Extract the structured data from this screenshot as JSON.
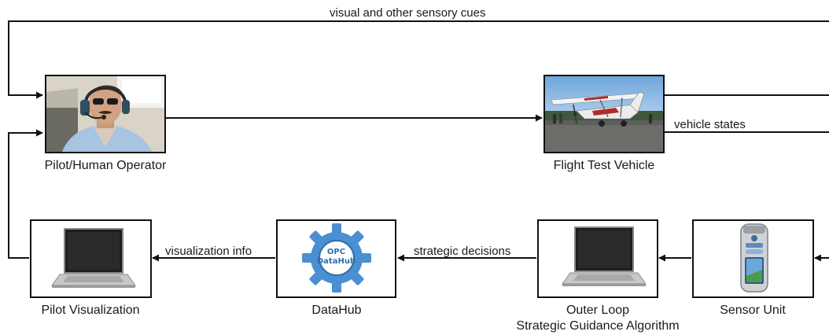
{
  "nodes": {
    "pilot_operator": "Pilot/Human Operator",
    "flight_vehicle": "Flight Test Vehicle",
    "pilot_visualization": "Pilot Visualization",
    "datahub": "DataHub",
    "datahub_logo_line1": "OPC",
    "datahub_logo_line2": "DataHub",
    "outer_loop_line1": "Outer Loop",
    "outer_loop_line2": "Strategic Guidance Algorithm",
    "sensor_unit": "Sensor Unit"
  },
  "edges": {
    "visual_cues": "visual and other sensory cues",
    "vehicle_states": "vehicle states",
    "strategic_decisions": "strategic decisions",
    "visualization_info": "visualization info"
  },
  "colors": {
    "line": "#111111",
    "gear": "#4a8fd0",
    "screen": "#1e1e1e",
    "laptop_body": "#c8c8c8"
  }
}
